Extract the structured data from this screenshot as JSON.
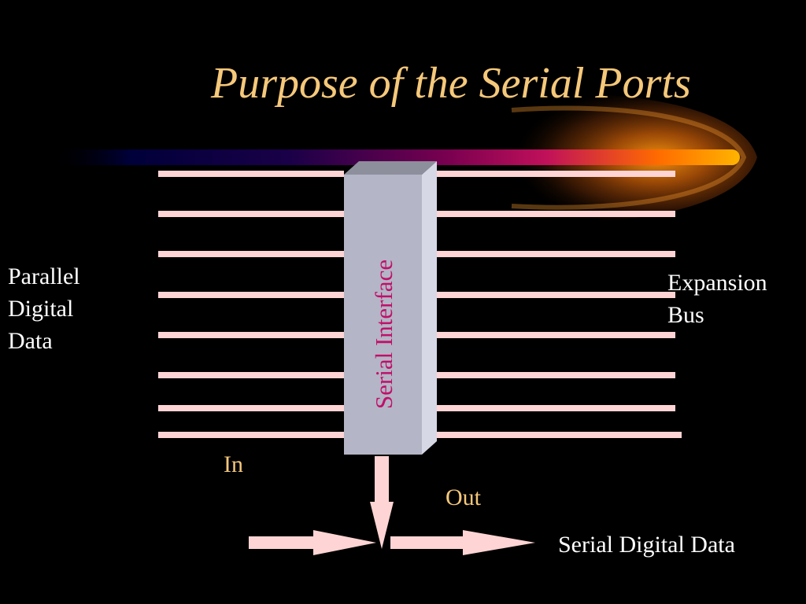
{
  "slide": {
    "title": "Purpose of the Serial Ports",
    "colors": {
      "background": "#000000",
      "title": "#f5c87a",
      "lines": "#ffd4d4",
      "box_front": "#b4b5c6",
      "box_top": "#8e8f9c",
      "box_side": "#d7d8e6",
      "box_text": "#c0106a",
      "in_out": "#f5c87a",
      "streak": [
        "#00003a",
        "#2a0045",
        "#8a0050",
        "#e8108a",
        "#ff7a00",
        "#ffb000"
      ]
    }
  },
  "diagram": {
    "interface_label": "Serial Interface",
    "parallel_label": [
      "Parallel",
      "Digital",
      "Data"
    ],
    "expansion_label": [
      "Expansion",
      "Bus"
    ],
    "in_label": "In",
    "out_label": "Out",
    "serial_data_label": "Serial Digital Data",
    "bus_line_count": 8
  }
}
